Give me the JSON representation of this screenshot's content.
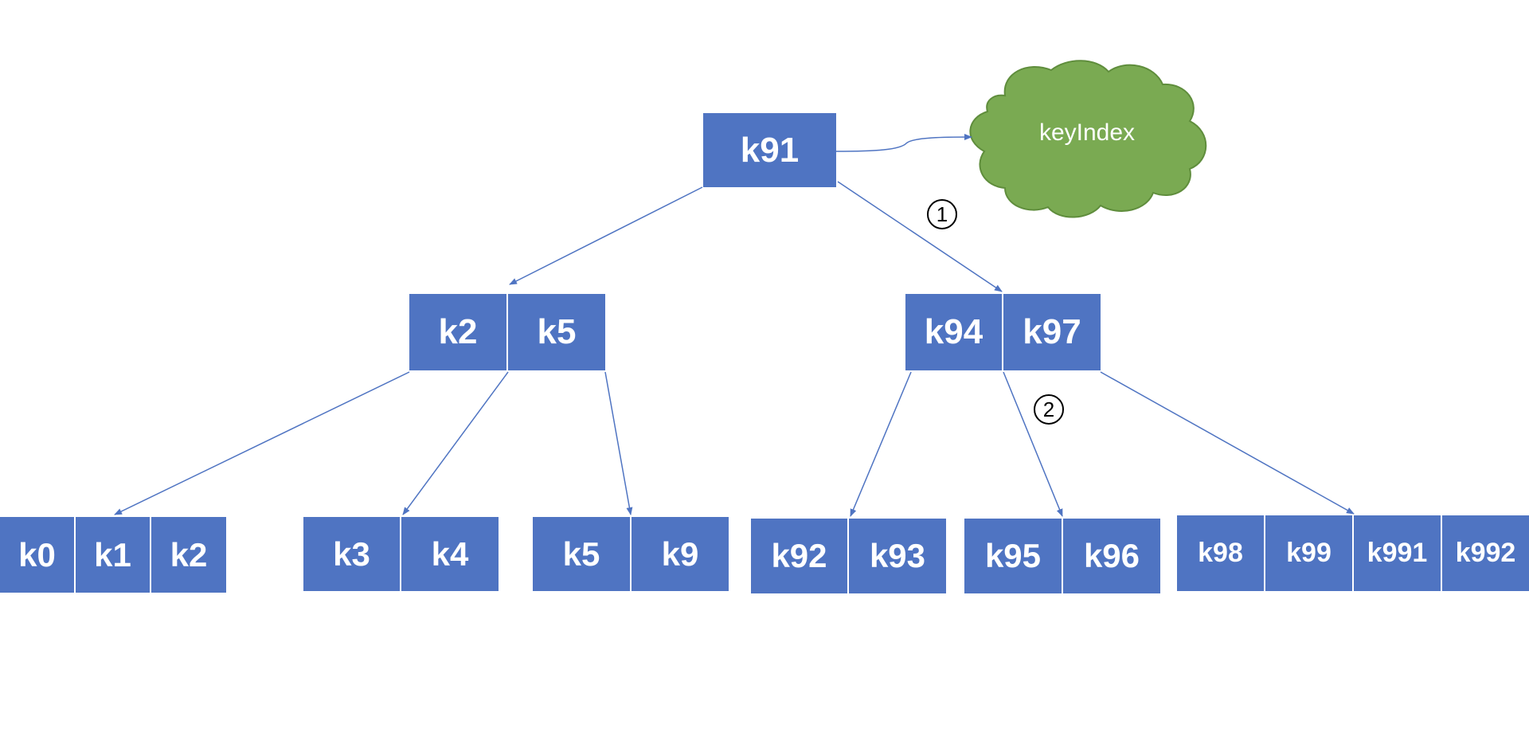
{
  "diagram": {
    "root": {
      "keys": [
        "k91"
      ]
    },
    "key_index_label": "keyIndex",
    "internal_left": {
      "keys": [
        "k2",
        "k5"
      ]
    },
    "internal_right": {
      "keys": [
        "k94",
        "k97"
      ]
    },
    "leaves": [
      {
        "keys": [
          "k0",
          "k1",
          "k2"
        ]
      },
      {
        "keys": [
          "k3",
          "k4"
        ]
      },
      {
        "keys": [
          "k5",
          "k9"
        ]
      },
      {
        "keys": [
          "k92",
          "k93"
        ]
      },
      {
        "keys": [
          "k95",
          "k96"
        ]
      },
      {
        "keys": [
          "k98",
          "k99",
          "k991",
          "k992"
        ]
      }
    ],
    "step_markers": [
      "1",
      "2"
    ],
    "colors": {
      "node_fill": "#4f74c2",
      "edge": "#4f74c2",
      "cloud_fill": "#7aaa52",
      "cloud_stroke": "#5f8d3c"
    }
  }
}
